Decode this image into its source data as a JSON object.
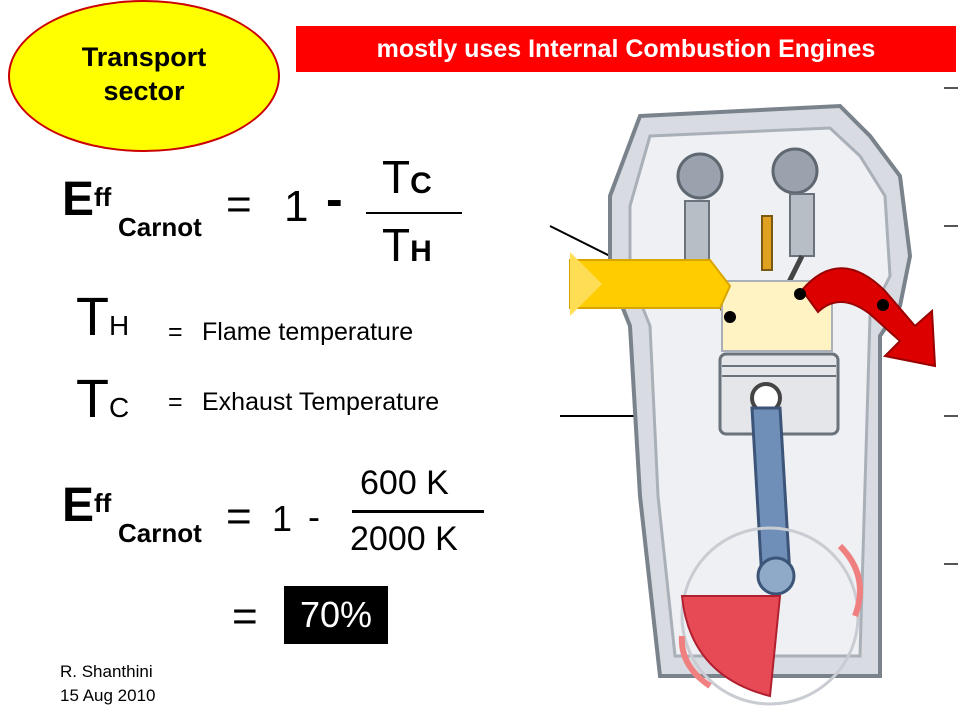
{
  "oval": {
    "line1": "Transport",
    "line2": "sector"
  },
  "banner": {
    "text": "mostly uses Internal Combustion Engines"
  },
  "eq1": {
    "e": "E",
    "ff": "ff",
    "carnot": "Carnot",
    "equals": "=",
    "one": "1",
    "minus": "-",
    "num_t": "T",
    "num_sub": "C",
    "den_t": "T",
    "den_sub": "H"
  },
  "defs": {
    "th_t": "T",
    "th_sub": "H",
    "th_eq": "=",
    "th_text": "Flame temperature",
    "tc_t": "T",
    "tc_sub": "C",
    "tc_eq": "=",
    "tc_text": "Exhaust Temperature"
  },
  "eq2": {
    "e": "E",
    "ff": "ff",
    "carnot": "Carnot",
    "equals": "=",
    "one": "1",
    "minus": "-",
    "numerator": "600 K",
    "denominator": "2000 K"
  },
  "result": {
    "equals": "=",
    "value": "70%"
  },
  "footer": {
    "author": "R. Shanthini",
    "date": "15 Aug 2010"
  },
  "colors": {
    "oval_fill": "#ffff00",
    "oval_border": "#cc0000",
    "banner": "#ff0000",
    "intake": "#ffcc00",
    "exhaust": "#dd0000"
  }
}
